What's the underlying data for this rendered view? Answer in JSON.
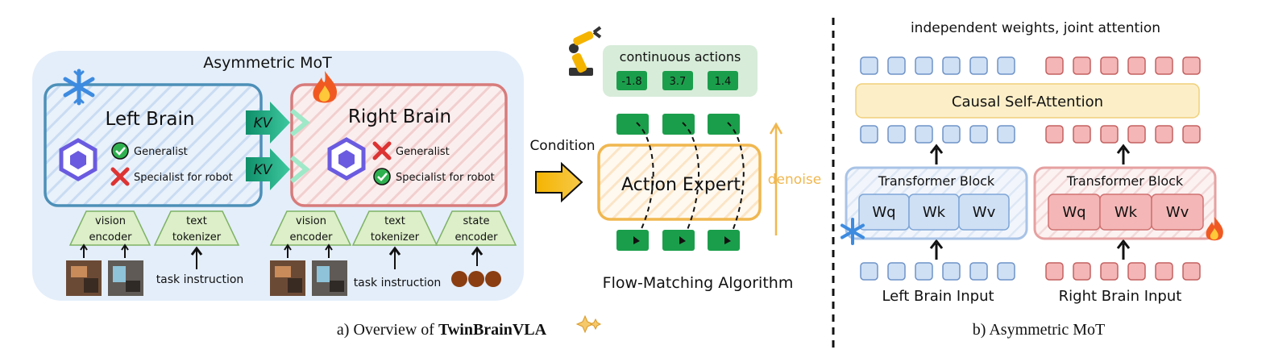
{
  "panel_a": {
    "title": "Asymmetric MoT",
    "left_brain": {
      "title": "Left Brain",
      "check_label": "Generalist",
      "cross_label": "Specialist for robot"
    },
    "right_brain": {
      "title": "Right Brain",
      "cross_label": "Generalist",
      "check_label": "Specialist for robot"
    },
    "kv_label_1": "KV",
    "kv_label_2": "KV",
    "left_encoders": {
      "vision": [
        "vision",
        "encoder"
      ],
      "text": [
        "text",
        "tokenizer"
      ]
    },
    "right_encoders": {
      "vision": [
        "vision",
        "encoder"
      ],
      "text": [
        "text",
        "tokenizer"
      ],
      "state": [
        "state",
        "encoder"
      ]
    },
    "left_task_instruction": "task instruction",
    "right_task_instruction": "task instruction",
    "condition_label": "Condition",
    "continuous_actions": {
      "title": "continuous actions",
      "values": [
        "-1.8",
        "3.7",
        "1.4"
      ]
    },
    "action_expert_label": "Action Expert",
    "denoise_label": "denoise",
    "flow_matching_label": "Flow-Matching Algorithm",
    "caption_prefix": "a)  Overview of ",
    "caption_bold": "TwinBrainVLA"
  },
  "panel_b": {
    "title": "independent weights, joint attention",
    "attention_label": "Causal Self-Attention",
    "left_block": {
      "title": "Transformer Block",
      "weights": [
        "Wq",
        "Wk",
        "Wv"
      ]
    },
    "right_block": {
      "title": "Transformer Block",
      "weights": [
        "Wq",
        "Wk",
        "Wv"
      ]
    },
    "left_input_label": "Left Brain Input",
    "right_input_label": "Right Brain Input",
    "caption": "b)  Asymmetric MoT"
  },
  "colors": {
    "blue_bg": "#e4eefa",
    "left_brain_border": "#4d90b8",
    "right_brain_border": "#d87b7b",
    "green_box": "#1b9e4b",
    "orange": "#f0b74f",
    "token_blue": "#cfe0f5",
    "token_red": "#f4b6b6"
  }
}
